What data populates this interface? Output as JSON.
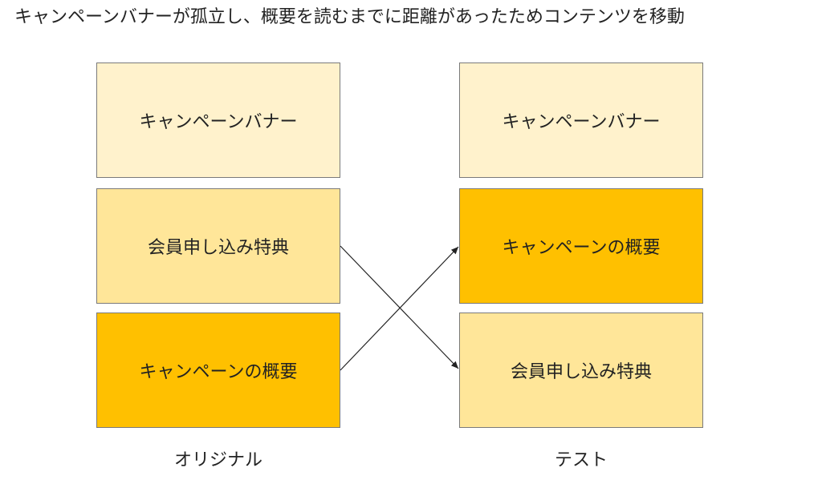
{
  "heading": "キャンペーンバナーが孤立し、概要を読むまでに距離があったためコンテンツを移動",
  "original": {
    "caption": "オリジナル",
    "boxes": [
      {
        "label": "キャンペーンバナー",
        "color": "#fff2cc"
      },
      {
        "label": "会員申し込み特典",
        "color": "#ffe699"
      },
      {
        "label": "キャンペーンの概要",
        "color": "#ffc000"
      }
    ]
  },
  "test": {
    "caption": "テスト",
    "boxes": [
      {
        "label": "キャンペーンバナー",
        "color": "#fff2cc"
      },
      {
        "label": "キャンペーンの概要",
        "color": "#ffc000"
      },
      {
        "label": "会員申し込み特典",
        "color": "#ffe699"
      }
    ]
  },
  "colors": {
    "border": "#7a7a7a",
    "arrow": "#222222"
  }
}
